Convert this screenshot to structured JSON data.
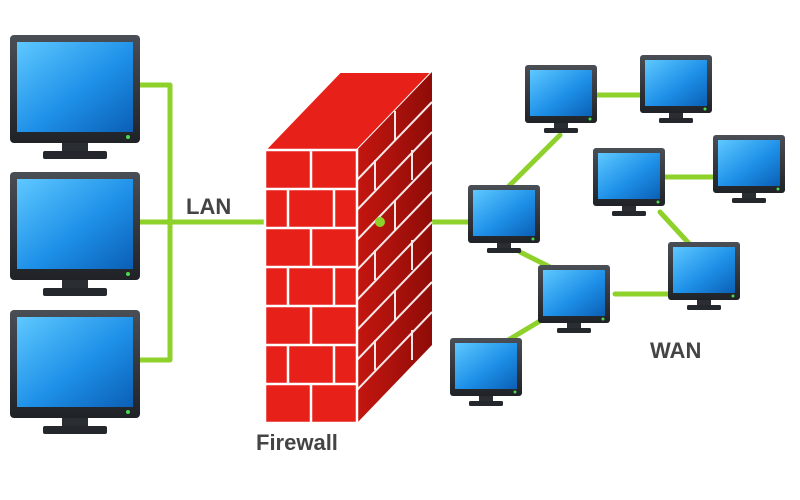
{
  "labels": {
    "lan": "LAN",
    "firewall": "Firewall",
    "wan": "WAN"
  },
  "colors": {
    "link": "#8ed12a",
    "screen": "#1e90e8",
    "monitor_frame": "#2f3237",
    "brick_front": "#e8201a",
    "brick_side": "#b3130f",
    "mortar": "#ffffff",
    "power_led": "#4cd84c"
  },
  "icons": {
    "computer": "monitor-icon",
    "firewall": "brick-wall-icon"
  }
}
